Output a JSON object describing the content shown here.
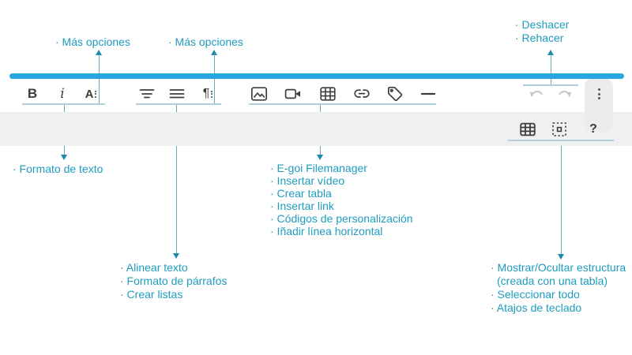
{
  "colors": {
    "accent_bar": "#29a7e0",
    "annotation_text": "#1e9cbe",
    "connector_line": "#6fa6bc",
    "group_underline": "#aecfdb",
    "icon": "#3d3d3d",
    "icon_disabled": "#c6c6c6",
    "row2_background": "#f0f0f0",
    "more_button_background": "#ececec"
  },
  "toolbar": {
    "labels": {
      "bold": "B",
      "italic": "i",
      "font_options": "A",
      "paragraph_options": "¶",
      "help": "?"
    },
    "icons": [
      "bold",
      "italic",
      "font-options-ellipsis",
      "align-text",
      "paragraph-format-lines",
      "paragraph-options-ellipsis",
      "insert-image",
      "insert-video",
      "create-table",
      "insert-link",
      "personalization-tag",
      "horizontal-line",
      "undo",
      "redo",
      "more-vertical-ellipsis",
      "show-structure-table",
      "select-all",
      "help-question"
    ]
  },
  "annotations": {
    "more_options_1": "· Más opciones",
    "more_options_2": "· Más opciones",
    "undo_redo": [
      "· Deshacer",
      "· Rehacer"
    ],
    "text_format": "· Formato de texto",
    "insert_group": [
      "· E-goi Filemanager",
      "· Insertar vídeo",
      "· Crear tabla",
      "· Insertar link",
      "· Códigos de personalización",
      "· Iñadir línea horizontal"
    ],
    "paragraph_group": [
      "· Alinear texto",
      "· Formato de párrafos",
      "· Crear listas"
    ],
    "row2_group": [
      "· Mostrar/Ocultar estructura",
      "(creada con una tabla)",
      "· Seleccionar todo",
      "· Atajos de teclado"
    ]
  }
}
